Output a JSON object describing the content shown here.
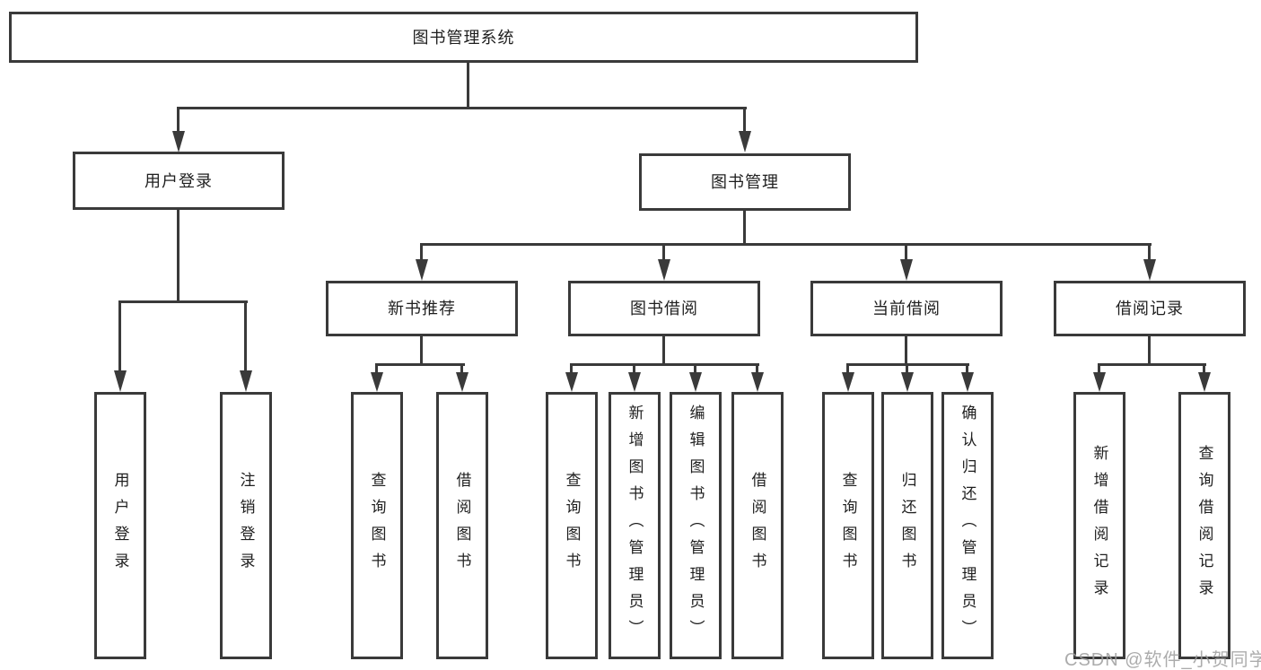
{
  "colors": {
    "line": "#3a3a3a",
    "text": "#1f1f1f",
    "background": "#ffffff",
    "watermark": "#9e9e9e"
  },
  "watermark": {
    "text": "CSDN @软件_小贺同学"
  },
  "tree": {
    "root": {
      "label": "图书管理系统"
    },
    "branches": [
      {
        "label": "用户登录",
        "children": [
          {
            "label": "用户登录"
          },
          {
            "label": "注销登录"
          }
        ]
      },
      {
        "label": "图书管理",
        "children": [
          {
            "label": "新书推荐",
            "children": [
              {
                "label": "查询图书"
              },
              {
                "label": "借阅图书"
              }
            ]
          },
          {
            "label": "图书借阅",
            "children": [
              {
                "label": "查询图书"
              },
              {
                "label": "新增图书（管理员）"
              },
              {
                "label": "编辑图书（管理员）"
              },
              {
                "label": "借阅图书"
              }
            ]
          },
          {
            "label": "当前借阅",
            "children": [
              {
                "label": "查询图书"
              },
              {
                "label": "归还图书"
              },
              {
                "label": "确认归还（管理员）"
              }
            ]
          },
          {
            "label": "借阅记录",
            "children": [
              {
                "label": "新增借阅记录"
              },
              {
                "label": "查询借阅记录"
              }
            ]
          }
        ]
      }
    ]
  }
}
